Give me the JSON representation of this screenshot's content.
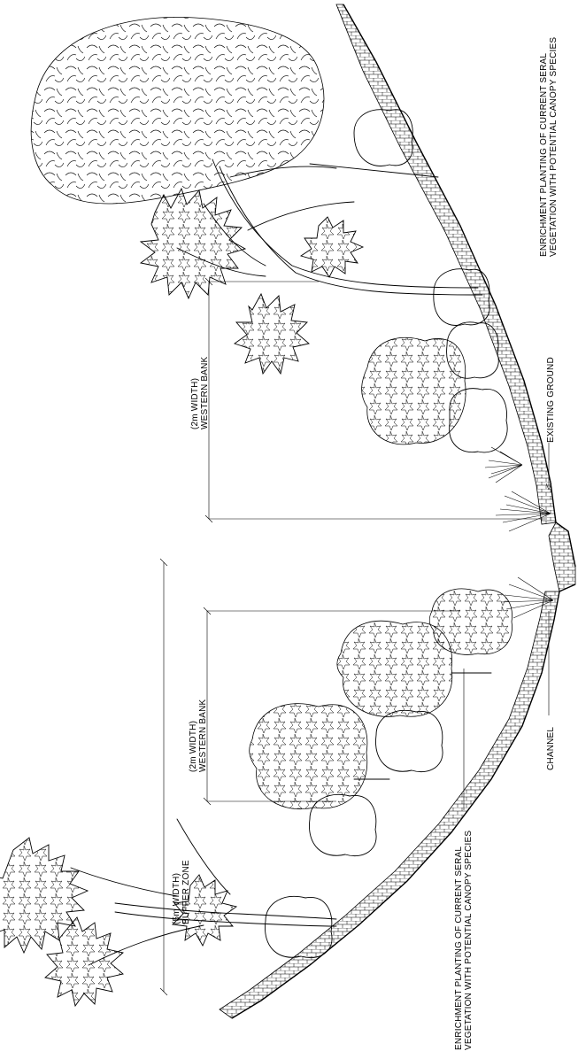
{
  "labels": {
    "buffer_zone": {
      "line1": "(5m WIDTH)",
      "line2": "BUFFER ZONE"
    },
    "western_bank_lower": {
      "line1": "(2m WIDTH)",
      "line2": "WESTERN BANK"
    },
    "western_bank_upper": {
      "line1": "(2m WIDTH)",
      "line2": "WESTERN BANK"
    },
    "enrichment_lower": {
      "line1": "ENRICHMENT PLANTING OF CURRENT SERAL",
      "line2": "VEGETATION WITH POTENTIAL CANOPY SPECIES"
    },
    "enrichment_upper": {
      "line1": "ENRICHMENT PLANTING OF CURRENT SERAL",
      "line2": "VEGETATION WITH POTENTIAL CANOPY SPECIES"
    },
    "channel": "CHANNEL",
    "existing_ground": "EXISTING GROUND"
  },
  "colors": {
    "ink": "#000000",
    "paper": "#ffffff"
  }
}
